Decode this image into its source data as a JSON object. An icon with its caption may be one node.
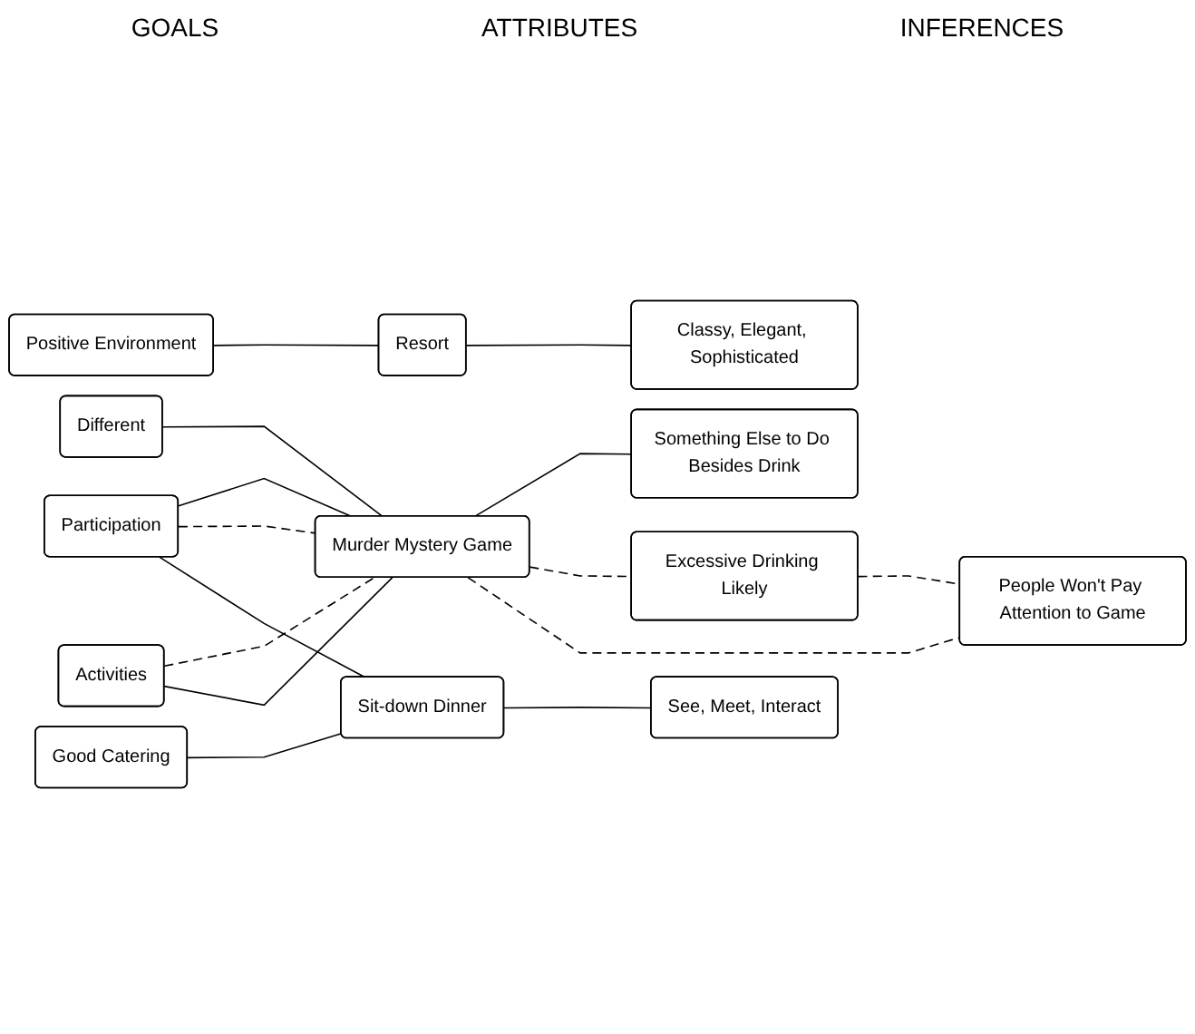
{
  "diagram": {
    "nodes": [
      {
        "text": [
          "Different"
        ]
      },
      {
        "text": [
          "Positive Environment"
        ]
      },
      {
        "text": [
          "Participation"
        ]
      },
      {
        "text": [
          "Activities"
        ]
      },
      {
        "text": [
          "Good Catering"
        ]
      },
      {
        "text": [
          "Resort"
        ]
      },
      {
        "text": [
          "Murder Mystery Game"
        ]
      },
      {
        "text": [
          "Sit-down Dinner"
        ]
      },
      {
        "text": [
          "Classy, Elegant, Sophisticated"
        ]
      },
      {
        "text": [
          "Something Else to Do Besides Drink"
        ]
      },
      {
        "text": [
          "Excessive Drinking Likely"
        ]
      },
      {
        "text": [
          "People Won't Pay Attention to Game"
        ]
      },
      {
        "text": [
          "See, Meet, Interact"
        ]
      }
    ],
    "edges": [
      {
        "from": 0,
        "to": 6,
        "arrow": "none"
      },
      {
        "from": 1,
        "to": 5,
        "arrow": "none"
      },
      {
        "from": 2,
        "to": 6,
        "arrow": "none"
      },
      {
        "from": 2,
        "to": 6,
        "arrow": "none",
        "style": "dashed"
      },
      {
        "from": 2,
        "to": 7,
        "arrow": "none"
      },
      {
        "from": 3,
        "to": 6,
        "arrow": "none",
        "style": "dashed"
      },
      {
        "from": 3,
        "to": 6,
        "arrow": "none"
      },
      {
        "from": 4,
        "to": 7,
        "arrow": "none"
      },
      {
        "from": 5,
        "to": 8,
        "arrow": "none"
      },
      {
        "from": 6,
        "to": 9,
        "arrow": "none"
      },
      {
        "from": 6,
        "to": 10,
        "arrow": "none",
        "style": "dashed"
      },
      {
        "from": 6,
        "to": 11,
        "arrow": "none",
        "style": "dashed"
      },
      {
        "from": 10,
        "to": 11,
        "arrow": "none",
        "style": "dashed"
      },
      {
        "from": 7,
        "to": 12,
        "arrow": "none"
      }
    ],
    "labels": [
      "GOALS",
      "ATTRIBUTES",
      "INFERENCES"
    ]
  }
}
